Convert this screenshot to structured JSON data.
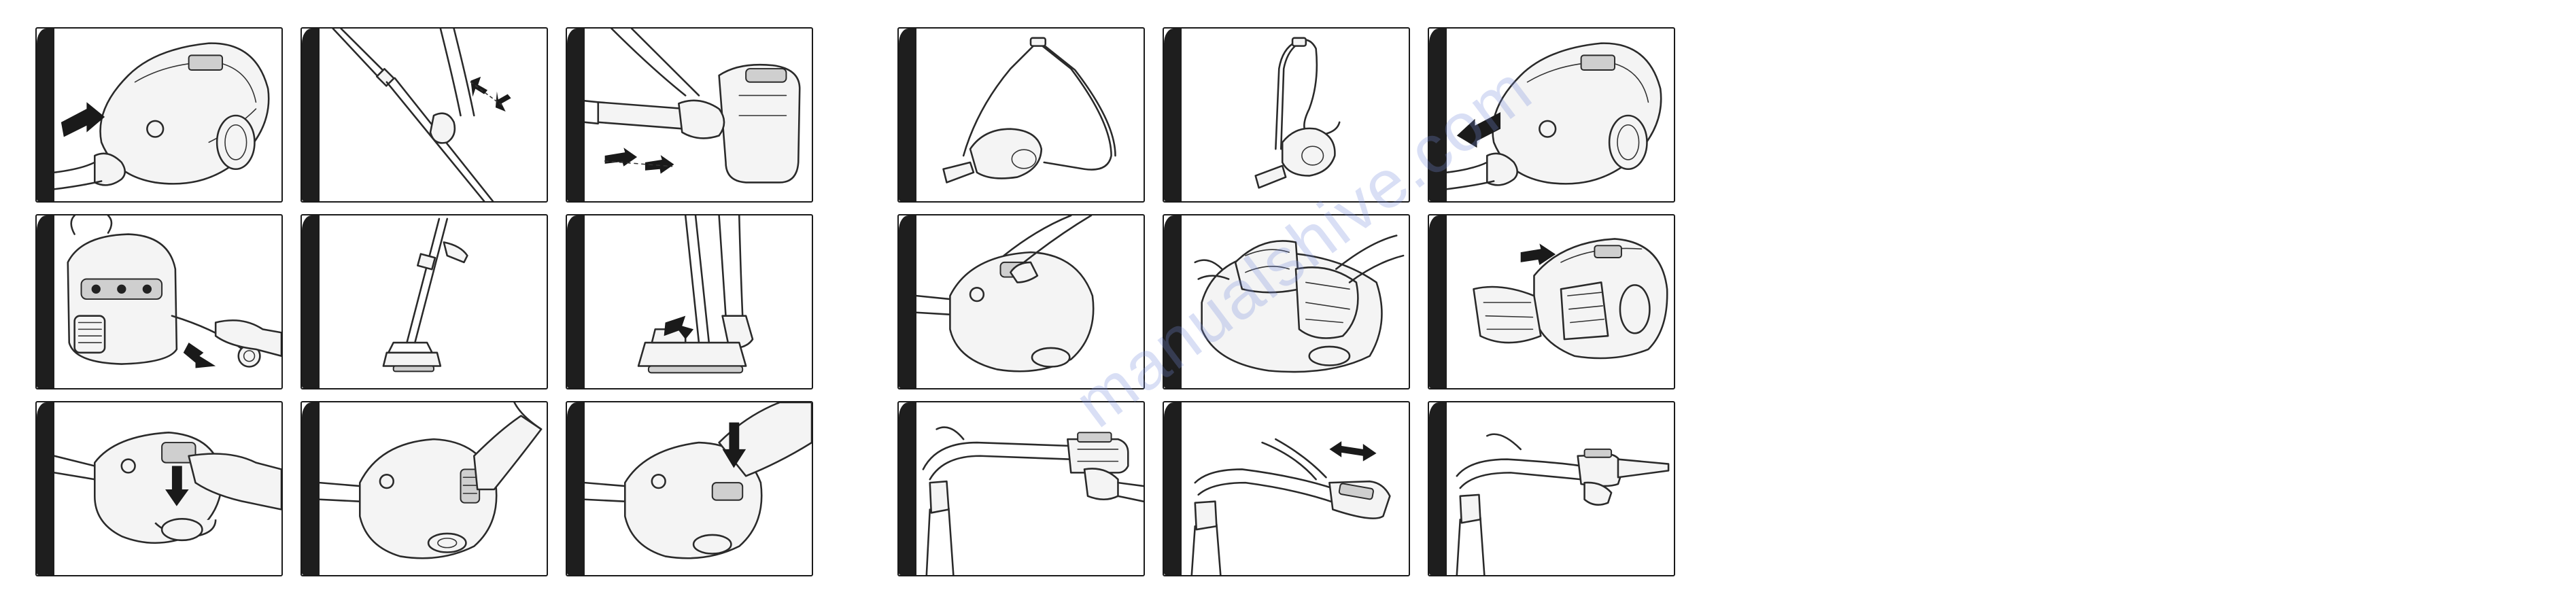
{
  "watermark": {
    "text": "manualshive.com"
  },
  "left_sheet": {
    "panels": [
      {
        "name": "panel-1-insert-hose",
        "icon": "hose-insert-icon"
      },
      {
        "name": "panel-2-extend-tube",
        "icon": "telescopic-tube-icon"
      },
      {
        "name": "panel-3-attach-nozzle",
        "icon": "nozzle-attach-icon"
      },
      {
        "name": "panel-4-pull-cord",
        "icon": "power-cord-icon"
      },
      {
        "name": "panel-5-upright-storage",
        "icon": "upright-tube-icon"
      },
      {
        "name": "panel-6-nozzle-pedal",
        "icon": "nozzle-pedal-icon"
      },
      {
        "name": "panel-7-press-button",
        "icon": "press-button-icon"
      },
      {
        "name": "panel-8-power-control",
        "icon": "power-control-icon"
      },
      {
        "name": "panel-9-cord-rewind",
        "icon": "cord-rewind-icon"
      }
    ]
  },
  "right_sheet": {
    "panels": [
      {
        "name": "panel-10-horizontal-park",
        "icon": "horizontal-park-icon"
      },
      {
        "name": "panel-11-vertical-park",
        "icon": "vertical-park-icon"
      },
      {
        "name": "panel-12-remove-hose",
        "icon": "hose-remove-icon"
      },
      {
        "name": "panel-13-open-lid",
        "icon": "lid-release-icon"
      },
      {
        "name": "panel-14-replace-bag",
        "icon": "dust-bag-icon"
      },
      {
        "name": "panel-15-filter-change",
        "icon": "filter-icon"
      },
      {
        "name": "panel-16-grip-handle",
        "icon": "handle-grip-icon"
      },
      {
        "name": "panel-17-adjust-airflow",
        "icon": "airflow-slide-icon"
      },
      {
        "name": "panel-18-accessory-nozzle",
        "icon": "crevice-tool-icon"
      }
    ]
  }
}
